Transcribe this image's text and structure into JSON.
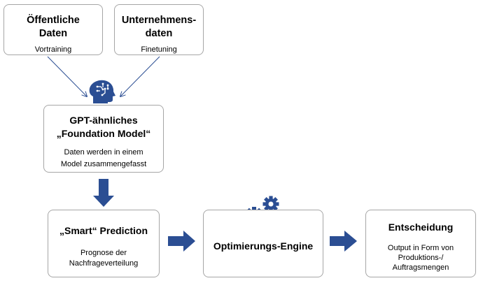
{
  "colors": {
    "accent": "#2b4e93",
    "border": "#a6a6a6"
  },
  "icons": [
    "brain-head-icon",
    "gears-icon"
  ],
  "boxes": {
    "public_data": {
      "title_line1": "Öffentliche",
      "title_line2": "Daten",
      "subtitle": "Vortraining"
    },
    "company_data": {
      "title_line1": "Unternehmens-",
      "title_line2": "daten",
      "subtitle": "Finetuning"
    },
    "foundation": {
      "title_line1": "GPT-ähnliches",
      "title_line2": "„Foundation Model“",
      "desc_line1": "Daten werden in einem",
      "desc_line2": "Model zusammengefasst"
    },
    "prediction": {
      "title": "„Smart“ Prediction",
      "desc_line1": "Prognose der",
      "desc_line2": "Nachfrageverteilung"
    },
    "engine": {
      "title": "Optimierungs-Engine"
    },
    "decision": {
      "title": "Entscheidung",
      "desc_line1": "Output in Form von",
      "desc_line2": "Produktions-/",
      "desc_line3": "Auftragsmengen"
    }
  }
}
